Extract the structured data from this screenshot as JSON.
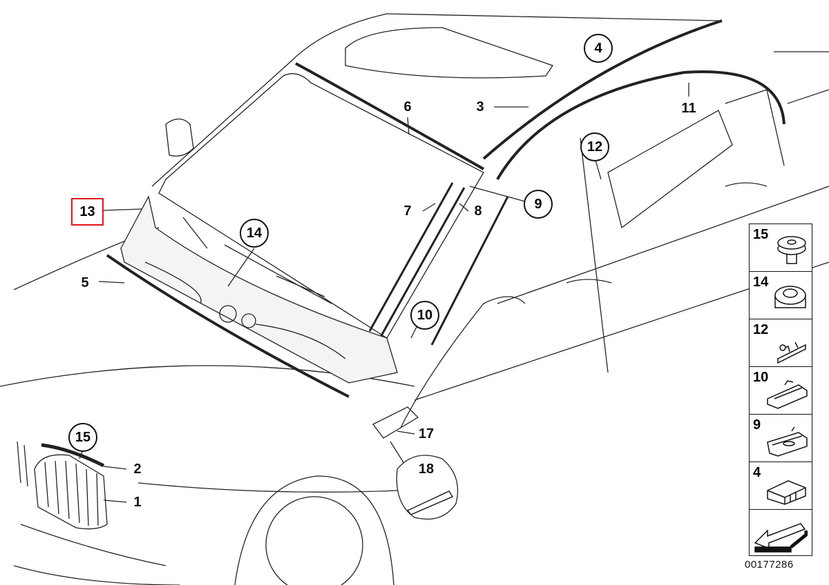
{
  "diagram": {
    "highlighted_part": "13",
    "callouts": {
      "c1": "1",
      "c2": "2",
      "c3": "3",
      "c4": "4",
      "c5": "5",
      "c6": "6",
      "c7": "7",
      "c8": "8",
      "c9": "9",
      "c10": "10",
      "c11": "11",
      "c12": "12",
      "c13": "13",
      "c14": "14",
      "c15": "15",
      "c17": "17",
      "c18": "18"
    },
    "legend_panel": [
      "15",
      "14",
      "12",
      "10",
      "9",
      "4"
    ],
    "diagram_code": "00177286",
    "colors": {
      "highlight": "#e0141e",
      "line": "#111111"
    }
  }
}
